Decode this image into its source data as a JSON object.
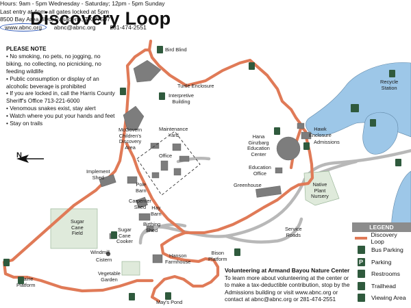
{
  "title": "Discovery Loop",
  "info": {
    "line1": "Hours: 9am - 5pm Wednesday - Saturday; 12pm - 5pm Sunday",
    "line2": "Last entry at 4pm, all gates locked at 5pm",
    "line3": "8500 Bay Area Blvd, Pasadena, TX 77507",
    "website": "www.abnc.org",
    "email": "abnc@abnc.org",
    "phone": "281-474-2551"
  },
  "note": {
    "heading": "PLEASE NOTE",
    "items": [
      "• No smoking, no pets, no jogging, no biking, no collecting, no picnicking, no feeding wildlife",
      "• Public consumption or display of an alcoholic beverage is prohibited",
      "• If you are locked in, call the Harris County Sheriff's Office 713-221-6000",
      "• Venomous snakes exist, stay alert",
      "• Watch where you put your hands and feet",
      "• Stay on trails"
    ]
  },
  "compass": "N",
  "labels": {
    "bird_blind": "Bird Blind",
    "turtle_enclosure": "Turtle Enclosure",
    "interpretive_building": "Interpretive\nBuilding",
    "recycle_station": "Recycle\nStation",
    "mcgovern": "McGovern\nChildren's\nDiscovery\nArea",
    "maintenance_yard": "Maintenance\nYard",
    "office": "Office",
    "hawk_enclosure": "Hawk\nEnclosure",
    "hana_center": "Hana\nGinzbarg\nEducation\nCenter",
    "admissions": "Admissions",
    "education_office": "Education\nOffice",
    "implement_shed": "Implement\nShed",
    "pole_barn": "Pole\nBarn",
    "greenhouse": "Greenhouse",
    "native_plant_nursery": "Native\nPlant\nNursery",
    "carpenter_shed": "Carpenter\nShed",
    "hay_barn": "Hay\nBarn",
    "sugar_cane_field": "Sugar\nCane\nField",
    "birthing_shed": "Birthing\nShed",
    "sugar_cane_cooker": "Sugar\nCane\nCooker",
    "service_roads": "Service\nRoads",
    "windmill": "Windmill",
    "cistern": "Cistern",
    "hanson_farmhouse": "Hanson\nFarmhouse",
    "bison_platform": "Bison\nPlatform",
    "vegetable_garden": "Vegetable\nGarden",
    "prairie_platform": "Prairie\nPlatform",
    "mays_pond": "May's Pond"
  },
  "volunteer": {
    "heading": "Volunteering at Armand Bayou Nature Center",
    "body": "To learn more about volunteering at the center or to make a tax-deductible contribution, stop by the Admissions building or visit www.abnc.org or contact at abnc@abnc.org or 281-474-2551"
  },
  "legend": {
    "title": "LEGEND",
    "items": [
      {
        "label": "Discovery Loop",
        "icon": "loop-line"
      },
      {
        "label": "Bus Parking",
        "icon": "bus-icon"
      },
      {
        "label": "Parking",
        "icon": "parking-icon"
      },
      {
        "label": "Restrooms",
        "icon": "restroom-icon"
      },
      {
        "label": "Trailhead",
        "icon": "hiker-icon"
      },
      {
        "label": "Viewing Area",
        "icon": "binoculars-icon"
      }
    ]
  },
  "colors": {
    "trail": "#e07a57",
    "road": "#b8b8b8",
    "water": "#9dc7e8",
    "building": "#7d7d7d",
    "green_area": "#dfeadb",
    "icon_green": "#2f5a3d"
  }
}
